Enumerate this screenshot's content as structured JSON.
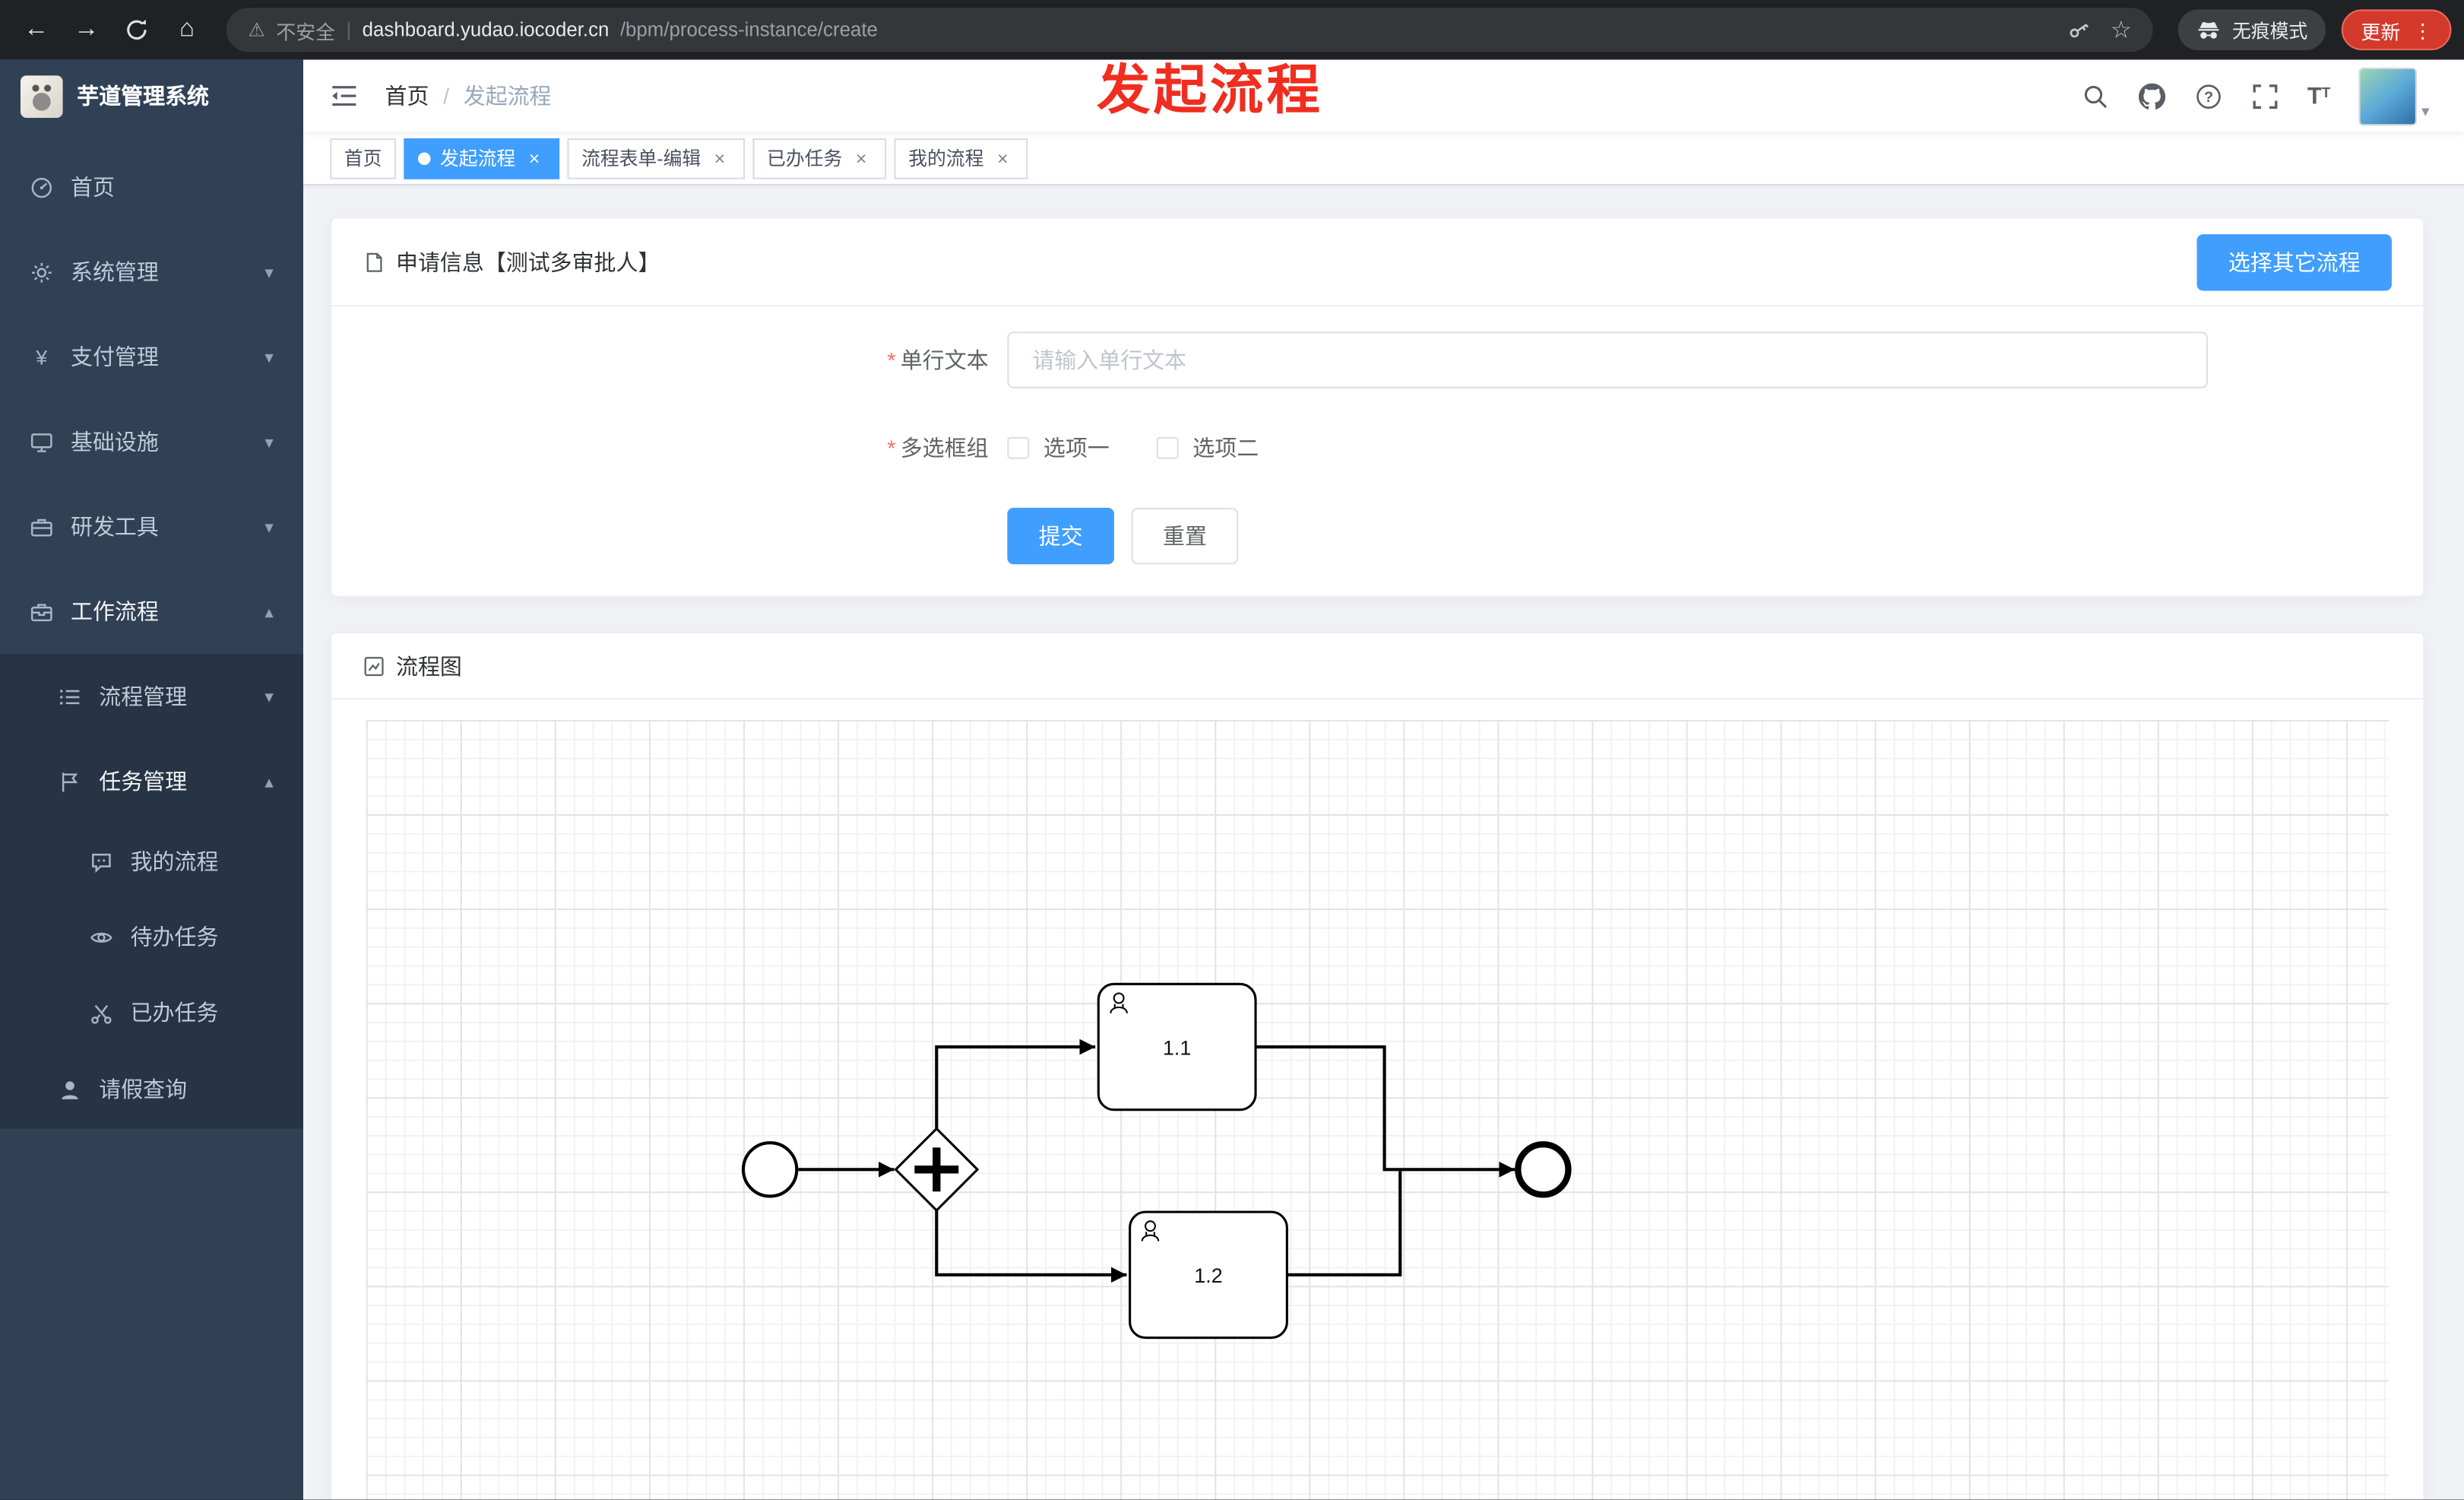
{
  "browser": {
    "security_label": "不安全",
    "url_host": "dashboard.yudao.iocoder.cn",
    "url_path": "/bpm/process-instance/create",
    "incognito_label": "无痕模式",
    "update_label": "更新"
  },
  "sidebar": {
    "app_title": "芋道管理系统",
    "items": {
      "home": "首页",
      "system": "系统管理",
      "payment": "支付管理",
      "infra": "基础设施",
      "devtools": "研发工具",
      "workflow": "工作流程",
      "process_mgmt": "流程管理",
      "task_mgmt": "任务管理",
      "my_process": "我的流程",
      "todo_tasks": "待办任务",
      "done_tasks": "已办任务",
      "leave_query": "请假查询"
    }
  },
  "header": {
    "breadcrumb_home": "首页",
    "breadcrumb_current": "发起流程",
    "annotation": "发起流程"
  },
  "tabs": [
    {
      "label": "首页"
    },
    {
      "label": "发起流程"
    },
    {
      "label": "流程表单-编辑"
    },
    {
      "label": "已办任务"
    },
    {
      "label": "我的流程"
    }
  ],
  "form_card": {
    "title": "申请信息【测试多审批人】",
    "select_other_button": "选择其它流程",
    "single_text_label": "单行文本",
    "single_text_placeholder": "请输入单行文本",
    "single_text_value": "",
    "checkbox_group_label": "多选框组",
    "option_one": "选项一",
    "option_two": "选项二",
    "submit_label": "提交",
    "reset_label": "重置"
  },
  "diagram_card": {
    "title": "流程图",
    "tasks": [
      "1.1",
      "1.2"
    ]
  },
  "glyphs": {
    "back": "←",
    "forward": "→",
    "home": "⌂",
    "warning": "⚠",
    "divider": "|",
    "star": "☆",
    "more": "⋮",
    "close": "×",
    "separator": "/",
    "chevron_down": "▾",
    "chevron_up": "▴",
    "question": "?",
    "font_t": "T",
    "required": "*",
    "caret_down": "▾"
  },
  "colors": {
    "primary": "#409eff",
    "annotation_red": "#f02d1e",
    "sidebar_bg": "#304156",
    "submenu_bg": "#263445",
    "update_button": "#d33a2c"
  }
}
